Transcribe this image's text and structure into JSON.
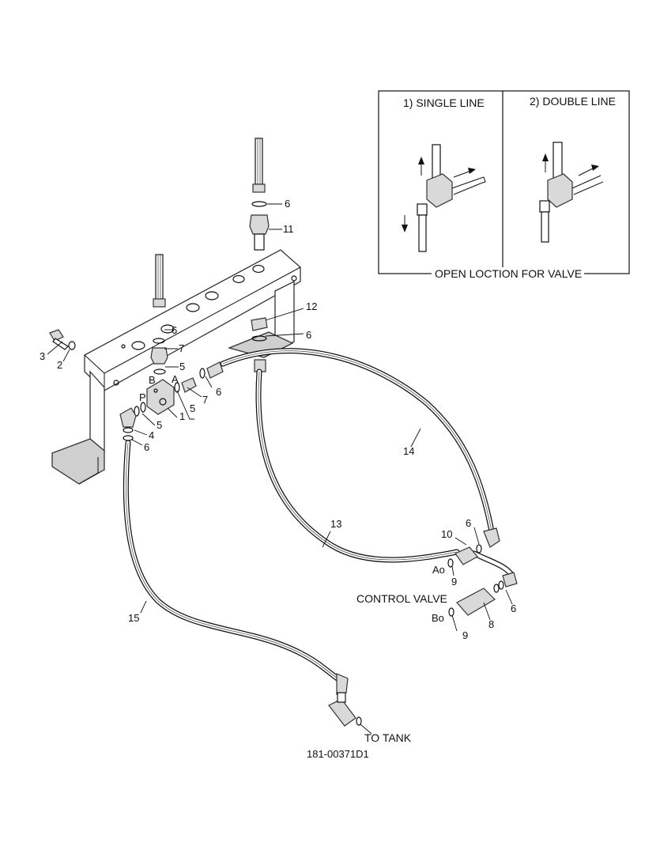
{
  "callouts": {
    "n1": "1",
    "n2": "2",
    "n3": "3",
    "n4": "4",
    "n5": "5",
    "n6": "6",
    "n7": "7",
    "n8": "8",
    "n9": "9",
    "n10": "10",
    "n11": "11",
    "n12": "12",
    "n13": "13",
    "n14": "14",
    "n15": "15"
  },
  "port_labels": {
    "a": "A",
    "b": "B",
    "p": "P",
    "ao": "Ao",
    "bo": "Bo"
  },
  "inset": {
    "single_line": "1) SINGLE LINE",
    "double_line": "2) DOUBLE LINE",
    "caption": "OPEN LOCTION FOR VALVE"
  },
  "labels": {
    "control_valve": "CONTROL VALVE",
    "to_tank": "TO TANK",
    "drawing_number": "181-00371D1"
  }
}
